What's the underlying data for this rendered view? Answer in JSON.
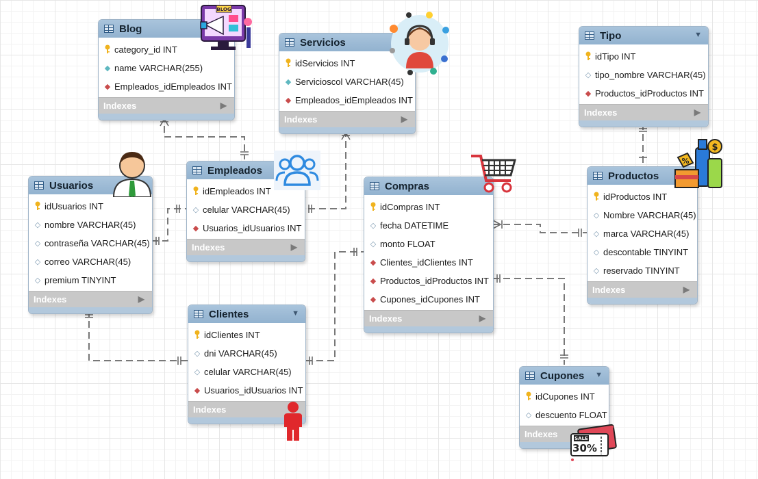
{
  "indexes_label": "Indexes",
  "tables": {
    "blog": {
      "title": "Blog",
      "columns": [
        {
          "icon": "key",
          "text": "category_id INT"
        },
        {
          "icon": "column",
          "text": "name VARCHAR(255)"
        },
        {
          "icon": "foreign-key",
          "text": "Empleados_idEmpleados INT"
        }
      ]
    },
    "servicios": {
      "title": "Servicios",
      "columns": [
        {
          "icon": "key",
          "text": "idServicios INT"
        },
        {
          "icon": "column",
          "text": "Servicioscol VARCHAR(45)"
        },
        {
          "icon": "foreign-key",
          "text": "Empleados_idEmpleados INT"
        }
      ]
    },
    "tipo": {
      "title": "Tipo",
      "columns": [
        {
          "icon": "key",
          "text": "idTipo INT"
        },
        {
          "icon": "plain",
          "text": "tipo_nombre VARCHAR(45)"
        },
        {
          "icon": "foreign-key",
          "text": "Productos_idProductos INT"
        }
      ]
    },
    "usuarios": {
      "title": "Usuarios",
      "columns": [
        {
          "icon": "key",
          "text": "idUsuarios INT"
        },
        {
          "icon": "plain",
          "text": "nombre VARCHAR(45)"
        },
        {
          "icon": "plain",
          "text": "contraseña VARCHAR(45)"
        },
        {
          "icon": "plain",
          "text": "correo VARCHAR(45)"
        },
        {
          "icon": "plain",
          "text": "premium TINYINT"
        }
      ]
    },
    "empleados": {
      "title": "Empleados",
      "columns": [
        {
          "icon": "key",
          "text": "idEmpleados INT"
        },
        {
          "icon": "plain",
          "text": "celular VARCHAR(45)"
        },
        {
          "icon": "foreign-key",
          "text": "Usuarios_idUsuarios INT"
        }
      ]
    },
    "compras": {
      "title": "Compras",
      "columns": [
        {
          "icon": "key",
          "text": "idCompras INT"
        },
        {
          "icon": "plain",
          "text": "fecha DATETIME"
        },
        {
          "icon": "plain",
          "text": "monto FLOAT"
        },
        {
          "icon": "foreign-key",
          "text": "Clientes_idClientes INT"
        },
        {
          "icon": "foreign-key",
          "text": "Productos_idProductos INT"
        },
        {
          "icon": "foreign-key",
          "text": "Cupones_idCupones INT"
        }
      ]
    },
    "productos": {
      "title": "Productos",
      "columns": [
        {
          "icon": "key",
          "text": "idProductos INT"
        },
        {
          "icon": "plain",
          "text": "Nombre VARCHAR(45)"
        },
        {
          "icon": "plain",
          "text": "marca VARCHAR(45)"
        },
        {
          "icon": "plain",
          "text": "descontable TINYINT"
        },
        {
          "icon": "plain",
          "text": "reservado TINYINT"
        }
      ]
    },
    "clientes": {
      "title": "Clientes",
      "columns": [
        {
          "icon": "key",
          "text": "idClientes INT"
        },
        {
          "icon": "plain",
          "text": "dni VARCHAR(45)"
        },
        {
          "icon": "plain",
          "text": "celular VARCHAR(45)"
        },
        {
          "icon": "foreign-key",
          "text": "Usuarios_idUsuarios INT"
        }
      ]
    },
    "cupones": {
      "title": "Cupones",
      "columns": [
        {
          "icon": "key",
          "text": "idCupones INT"
        },
        {
          "icon": "plain",
          "text": "descuento FLOAT"
        }
      ]
    }
  },
  "decorations": {
    "blog_badge": "BLOG",
    "sale_label": "SALE",
    "sale_percent": "30%",
    "discount_symbol": "%",
    "dollar_symbol": "$"
  },
  "colors": {
    "header": "#9ab9d6",
    "indexes_bar": "#c8c8c8",
    "connector": "#777777"
  }
}
